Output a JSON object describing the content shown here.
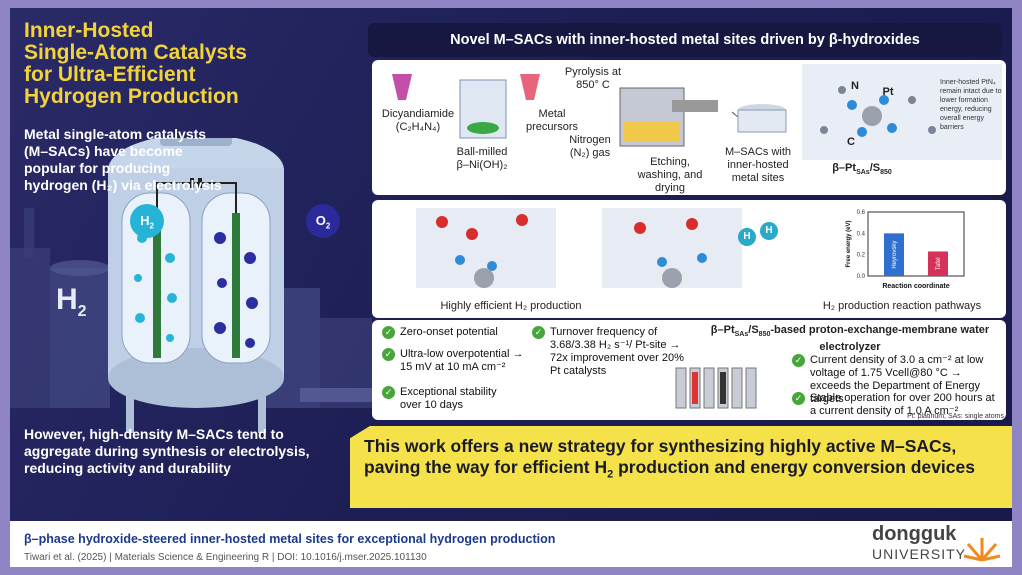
{
  "title_lines": [
    "Inner-Hosted",
    "Single-Atom Catalysts",
    "for Ultra-Efficient",
    "Hydrogen Production"
  ],
  "intro": "Metal single-atom catalysts (M–SACs) have become popular for producing hydrogen (H₂) via electrolysis",
  "tank": {
    "h2_label": "H",
    "h2_sub": "2",
    "o2_label": "O",
    "o2_sub": "2",
    "bg_label": "H",
    "bg_sub": "2"
  },
  "banner": "Novel M–SACs with inner-hosted metal sites driven by β-hydroxides",
  "synthesis": {
    "dicyandiamide": "Dicyandiamide",
    "dicyandiamide_formula": "(C₂H₄N₄)",
    "metal_precursors": "Metal precursors",
    "ball_milled": "Ball-milled",
    "ball_milled_formula": "β–Ni(OH)₂",
    "pyrolysis": "Pyrolysis at 850° C",
    "nitrogen": "Nitrogen (N₂) gas",
    "etching": "Etching, washing, and drying",
    "msacs": "M–SACs with inner-hosted metal sites",
    "structure_name": "β–Pt",
    "structure_sub": "SAs",
    "structure_rest": "/S",
    "structure_sub2": "850",
    "note": "Inner-hosted PtN₄ remain intact due to lower formation energy, reducing overall energy barriers",
    "atom_n": "N",
    "atom_pt": "Pt",
    "atom_c": "C"
  },
  "production": {
    "left_caption": "Highly efficient H₂ production",
    "right_caption": "H₂ production reaction pathways",
    "h_atom": "H"
  },
  "chart_data": {
    "type": "bar",
    "categories": [
      "Heyrovsky",
      "Tafel"
    ],
    "values": [
      0.4,
      0.23
    ],
    "ylabel": "Free energy (eV)",
    "xlabel": "Reaction coordinate",
    "ylim": [
      0,
      0.6
    ],
    "yticks": [
      "0.6",
      "0.4",
      "0.2",
      "0.0"
    ],
    "colors": [
      "#2f6fd0",
      "#d6315a"
    ]
  },
  "results": {
    "items_left": [
      "Zero-onset potential",
      "Ultra-low overpotential → 15 mV at 10 mA cm⁻²",
      "Exceptional stability over 10 days"
    ],
    "turnover": "Turnover frequency of 3.68/3.38 H₂ s⁻¹/ Pt-site → 72x improvement over 20% Pt catalysts",
    "electrolyzer_title": "β–Pt",
    "electrolyzer_sub": "SAs",
    "electrolyzer_mid": "/S",
    "electrolyzer_sub2": "850",
    "electrolyzer_rest": "-based proton-exchange-membrane water electrolyzer",
    "items_right": [
      "Current density of 3.0 a cm⁻² at low voltage of 1.75 Vcell@80 °C → exceeds the Department of Energy targets",
      "Stable operation for over 200 hours at a current density of 1.0 A cm⁻²"
    ],
    "footnote": "Pt: platinum; SAs: single atoms"
  },
  "warning": "However, high-density M–SACs tend to aggregate during synthesis or electrolysis, reducing activity and durability",
  "conclusion_pre": "This work offers a new strategy for synthesizing highly active M–SACs, paving the way for efficient H",
  "conclusion_sub": "2",
  "conclusion_post": " production and energy conversion devices",
  "footer": {
    "caption": "β–phase hydroxide-steered inner-hosted metal sites for exceptional hydrogen production",
    "citation": "Tiwari et al. (2025) | Materials Science & Engineering R | DOI: 10.1016/j.mser.2025.101130",
    "logo": "dongguk",
    "logo_sub": "UNIVERSITY"
  }
}
